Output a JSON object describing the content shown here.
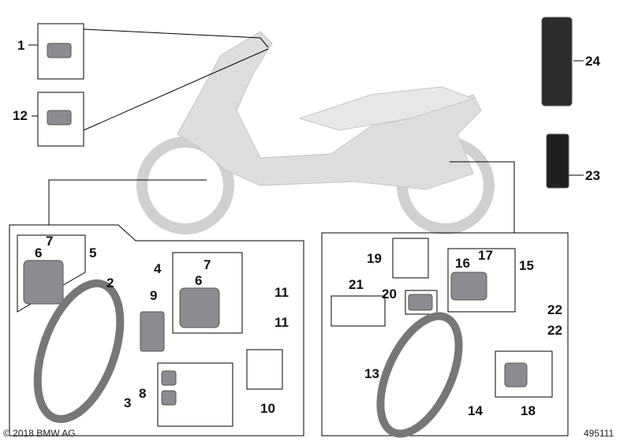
{
  "labels": {
    "p1": "1",
    "p12": "12",
    "p24": "24",
    "p23": "23",
    "p5": "5",
    "p7a": "7",
    "p6a": "6",
    "p2": "2",
    "p3": "3",
    "p4": "4",
    "p7b": "7",
    "p6b": "6",
    "p9": "9",
    "p11a": "11",
    "p11b": "11",
    "p8": "8",
    "p10": "10",
    "p19": "19",
    "p21": "21",
    "p20": "20",
    "p16": "16",
    "p17": "17",
    "p15": "15",
    "p22a": "22",
    "p22b": "22",
    "p13": "13",
    "p14": "14",
    "p18": "18"
  },
  "footer": {
    "copyright": "© 2018 BMW AG",
    "diagram_number": "495111"
  },
  "colors": {
    "scooter": "#d9dadc",
    "part": "#8a8c8f",
    "line": "#000000"
  }
}
